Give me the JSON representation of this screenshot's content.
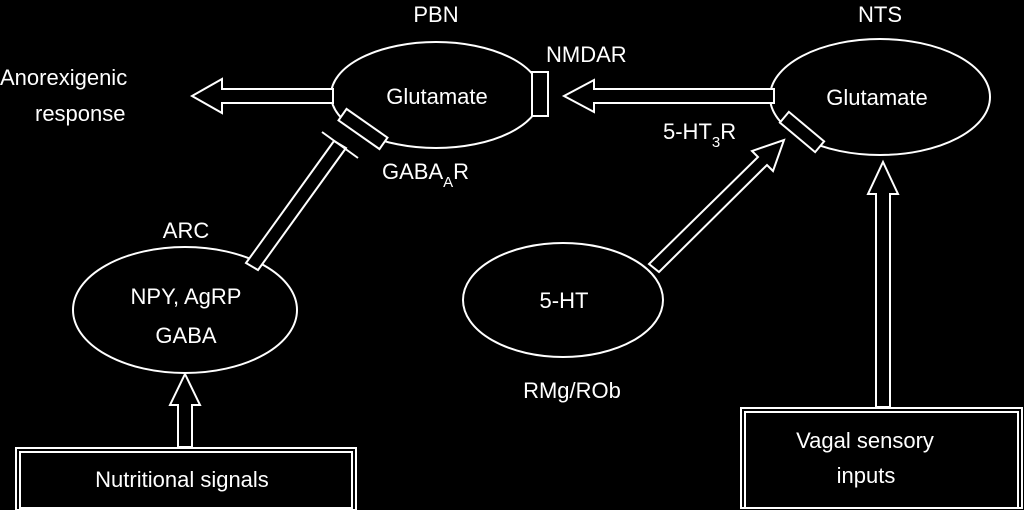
{
  "colors": {
    "background": "#000000",
    "foreground": "#ffffff"
  },
  "regions": {
    "pbn": {
      "label": "PBN",
      "content": "Glutamate"
    },
    "nts": {
      "label": "NTS",
      "content": "Glutamate"
    },
    "arc": {
      "label": "ARC",
      "content_line1": "NPY, AgRP",
      "content_line2": "GABA"
    },
    "raphe": {
      "label": "RMg/ROb",
      "content": "5-HT"
    }
  },
  "receptors": {
    "nmdar": "NMDAR",
    "gabaa": {
      "base": "GABA",
      "sub": "A",
      "suffix": "R"
    },
    "ht3": {
      "base": "5-HT",
      "sub": "3",
      "suffix": "R"
    }
  },
  "outputs": {
    "anorexigenic_line1": "Anorexigenic",
    "anorexigenic_line2": "response"
  },
  "inputs": {
    "nutritional": "Nutritional signals",
    "vagal_line1": "Vagal sensory",
    "vagal_line2": "inputs"
  }
}
